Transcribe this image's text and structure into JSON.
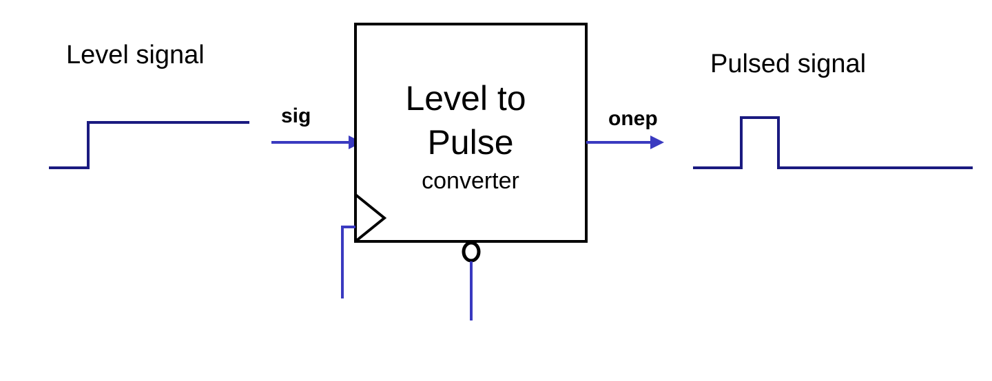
{
  "labels": {
    "level_signal": "Level signal",
    "pulsed_signal": "Pulsed signal",
    "input_port": "sig",
    "output_port": "onep"
  },
  "block": {
    "title_line1": "Level to",
    "title_line2": "Pulse",
    "subtitle": "converter"
  },
  "colors": {
    "waveform": "#1a1a80",
    "wire": "#3a3ac0",
    "block_outline": "#000000",
    "text": "#000000"
  }
}
